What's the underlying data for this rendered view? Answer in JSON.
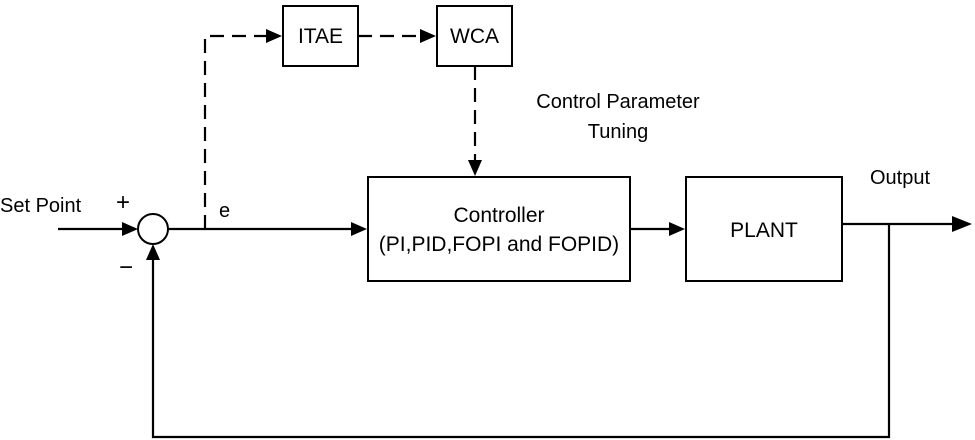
{
  "labels": {
    "set_point": "Set Point",
    "plus_sign": "+",
    "minus_sign": "−",
    "error_signal": "e",
    "output": "Output",
    "tuning_line1": "Control Parameter",
    "tuning_line2": "Tuning"
  },
  "blocks": {
    "itae": "ITAE",
    "wca": "WCA",
    "controller_line1": "Controller",
    "controller_line2": "(PI,PID,FOPI and FOPID)",
    "plant": "PLANT"
  }
}
